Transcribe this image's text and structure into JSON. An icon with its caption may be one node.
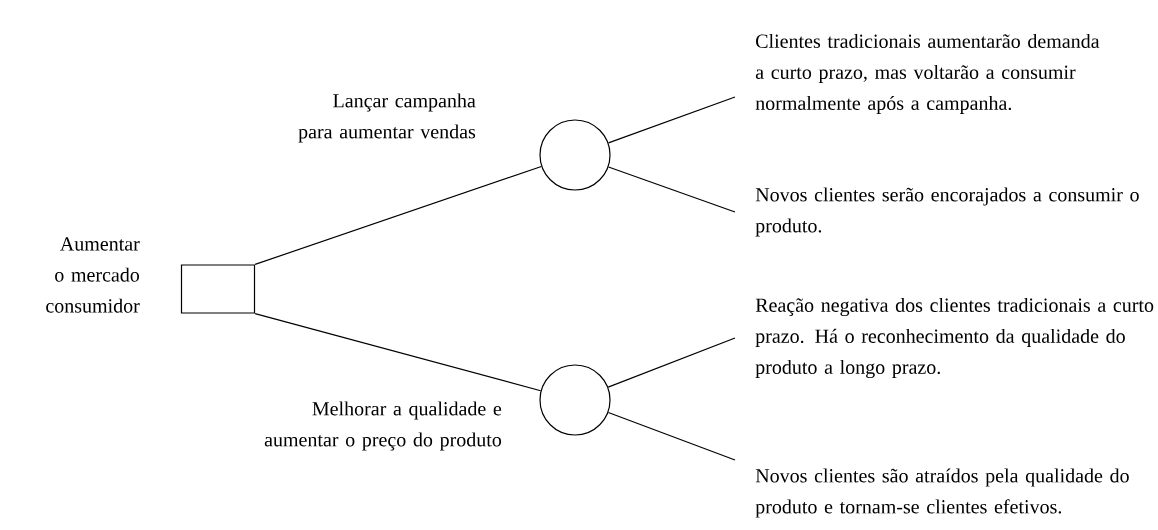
{
  "diagram": {
    "nodes": [
      {
        "text": [],
        "shape": "box",
        "beside": [
          "Aumentar o mercado consumidor"
        ]
      },
      {
        "text": [],
        "shape": "circle"
      },
      {
        "text": [],
        "shape": "circle"
      },
      {
        "text": [
          "Clientes tradicionais aumentarão demanda a curto prazo, mas voltarão a consumir normalmente após a campanha."
        ]
      },
      {
        "text": [
          "Novos clientes serão encorajados a consumir o produto."
        ]
      },
      {
        "text": [
          "Reação negativa dos clientes tradicionais a curto prazo. Há o reconhecimento da qualidade do produto a longo prazo."
        ]
      },
      {
        "text": [
          "Novos clientes são atraídos pela qualidade do produto e tornam-se clientes efetivos."
        ]
      }
    ],
    "edges": [
      {
        "from": 0,
        "to": 1,
        "arrow": "none",
        "label": "Lançar campanha para aumentar vendas"
      },
      {
        "from": 0,
        "to": 2,
        "arrow": "none",
        "label": "Melhorar a qualidade e aumentar o preço do produto"
      },
      {
        "from": 1,
        "to": 3,
        "arrow": "none"
      },
      {
        "from": 1,
        "to": 4,
        "arrow": "none"
      },
      {
        "from": 2,
        "to": 5,
        "arrow": "none"
      },
      {
        "from": 2,
        "to": 6,
        "arrow": "none"
      }
    ]
  }
}
